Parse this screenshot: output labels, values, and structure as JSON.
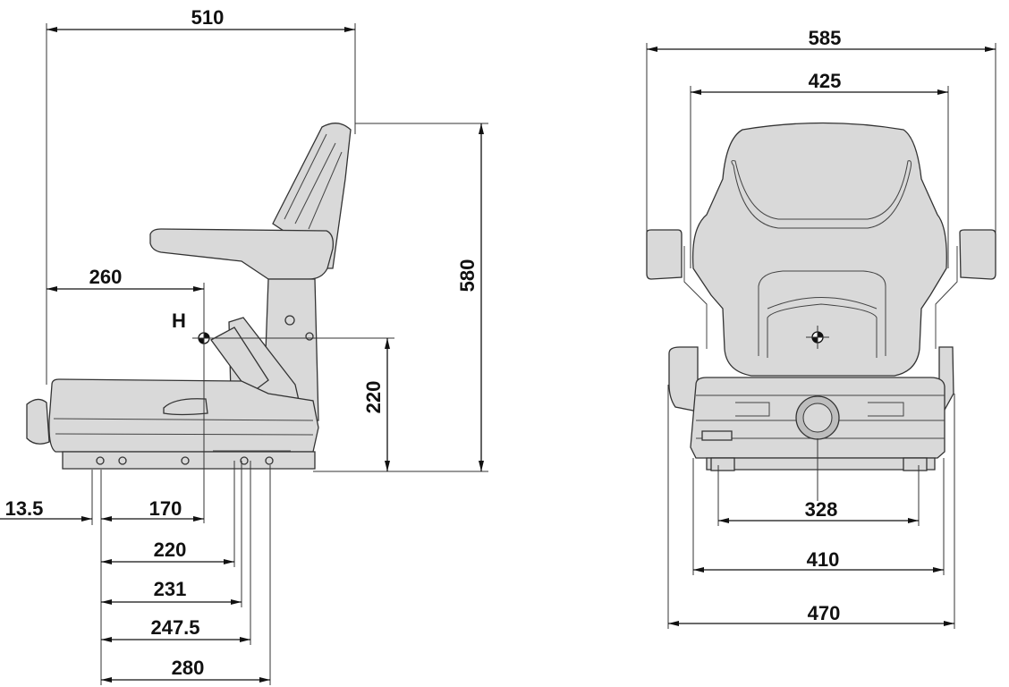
{
  "side_view": {
    "overall_length": "510",
    "overall_height": "580",
    "h_point_label": "H",
    "h_point_horizontal": "260",
    "h_point_height": "220",
    "offset_front": "13.5",
    "rail_170": "170",
    "rail_220": "220",
    "rail_231": "231",
    "rail_247_5": "247.5",
    "rail_280": "280"
  },
  "front_view": {
    "overall_width_armrests": "585",
    "backrest_width": "425",
    "mount_spacing": "328",
    "base_width": "410",
    "seat_width": "470"
  }
}
